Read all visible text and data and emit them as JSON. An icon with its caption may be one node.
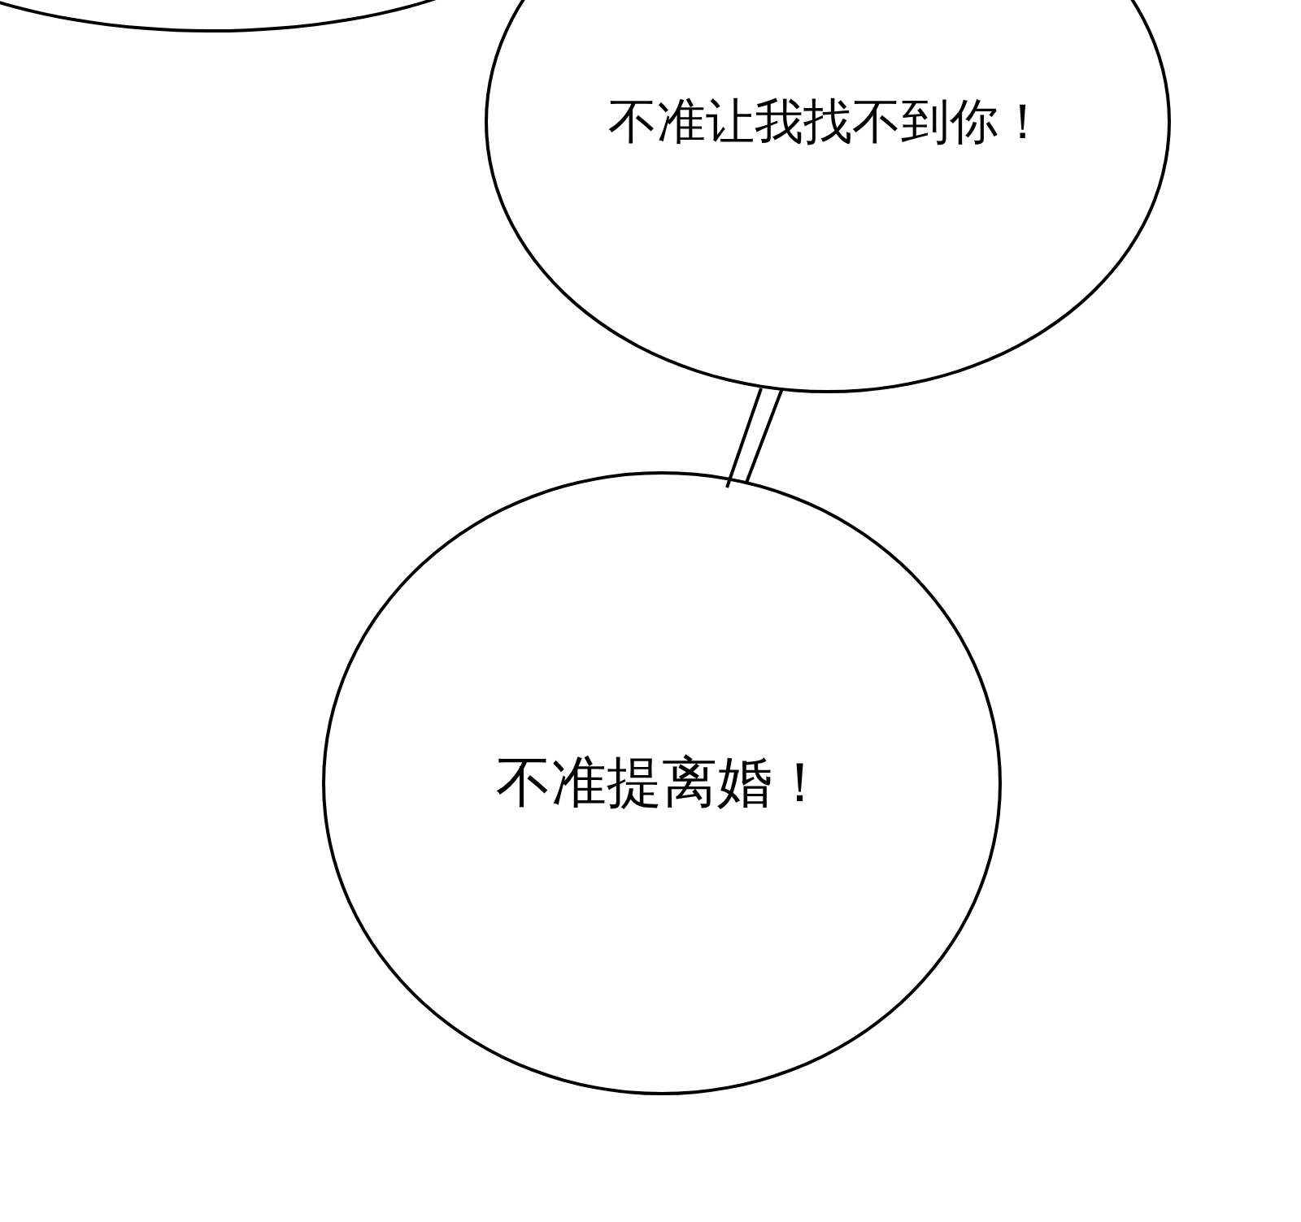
{
  "diagram": {
    "nodes": [
      {
        "text": [],
        "shape": "circle"
      },
      {
        "text": [
          "不准让我找不到你！"
        ]
      },
      {
        "text": [
          "不准提离婚！"
        ]
      }
    ],
    "edges": [
      {
        "from": 1,
        "to": 2,
        "arrow": "none"
      }
    ]
  }
}
